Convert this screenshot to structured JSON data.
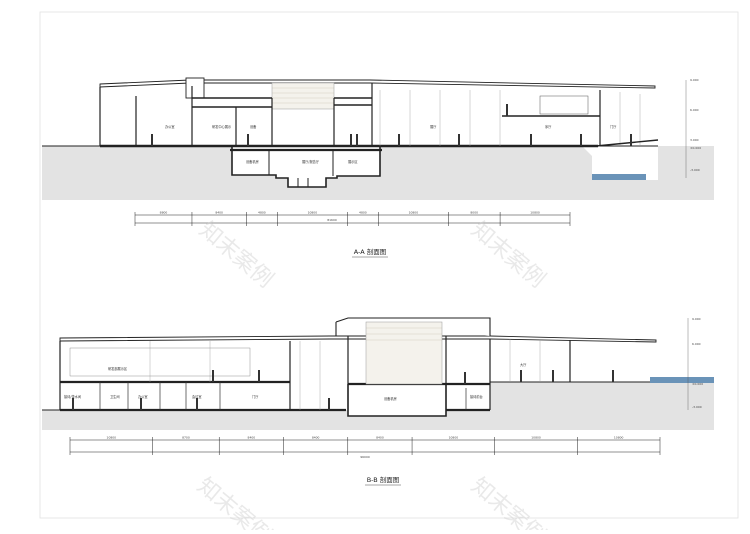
{
  "sections": [
    {
      "id": "aa",
      "title": "A-A 剖面图",
      "room_labels": [
        "办公室",
        "研发中心展示",
        "设备",
        "展厅",
        "序厅",
        "门厅",
        "设备机房",
        "展厅/报告厅",
        "展示区"
      ],
      "dimension_segments": [
        "8800",
        "8400",
        "4800",
        "10800",
        "4800",
        "10800",
        "8000",
        "10800"
      ],
      "dimension_total": "81600",
      "level_labels": [
        "9.000",
        "6.000",
        "3.000",
        "±0.000",
        "-3.000"
      ]
    },
    {
      "id": "bb",
      "title": "B-B 剖面图",
      "room_labels": [
        "研发部展示区",
        "接待/茶水间",
        "卫生间",
        "办公室",
        "会议室",
        "门厅",
        "设备机房",
        "大厅",
        "接待前台"
      ],
      "dimension_segments": [
        "10800",
        "8700",
        "8400",
        "8400",
        "8400",
        "10800",
        "10800",
        "10800"
      ],
      "dimension_total": "96000",
      "level_labels": [
        "9.000",
        "6.000",
        "±0.000",
        "-3.000"
      ]
    }
  ],
  "watermarks": [
    "知末案例",
    "知末案例",
    "知末案例",
    "知末案例"
  ]
}
